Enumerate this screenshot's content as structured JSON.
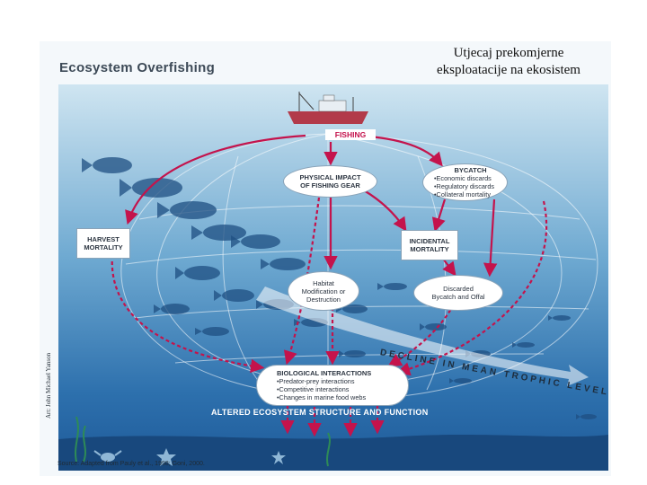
{
  "slide": {
    "title_line1": "Utjecaj prekomjerne",
    "title_line2": "eksploatacije na ekosistem"
  },
  "figure": {
    "title": "Ecosystem Overfishing",
    "fishing_label": "FISHING",
    "physical_impact": [
      "PHYSICAL IMPACT",
      "OF FISHING GEAR"
    ],
    "bycatch": {
      "heading": "BYCATCH",
      "items": [
        "•Economic discards",
        "•Regulatory discards",
        "•Collateral mortality"
      ]
    },
    "harvest_mortality": [
      "HARVEST",
      "MORTALITY"
    ],
    "incidental_mortality": [
      "INCIDENTAL",
      "MORTALITY"
    ],
    "habitat": [
      "Habitat",
      "Modification or",
      "Destruction"
    ],
    "discarded": [
      "Discarded",
      "Bycatch and Offal"
    ],
    "decline_label": "DECLINE IN MEAN TROPHIC LEVEL",
    "biological": {
      "heading": "BIOLOGICAL INTERACTIONS",
      "items": [
        "•Predator-prey interactions",
        "•Competitive interactions",
        "•Changes in marine food webs"
      ]
    },
    "altered_label": "ALTERED ECOSYSTEM STRUCTURE AND FUNCTION",
    "credit": "Art: John Michael Yanson",
    "source": "Source: Adapted from Pauly et al., 1998; Goni, 2000."
  },
  "colors": {
    "arrow": "#c4134c",
    "trophic_arrow": "#ffffff",
    "water_deep": "#1e5a99",
    "water_top": "#cfe5f1",
    "fish": "#1f4f82"
  },
  "icons": [
    "fishing-boat-icon",
    "fish-icon",
    "crab-icon",
    "starfish-icon",
    "seaweed-icon"
  ]
}
